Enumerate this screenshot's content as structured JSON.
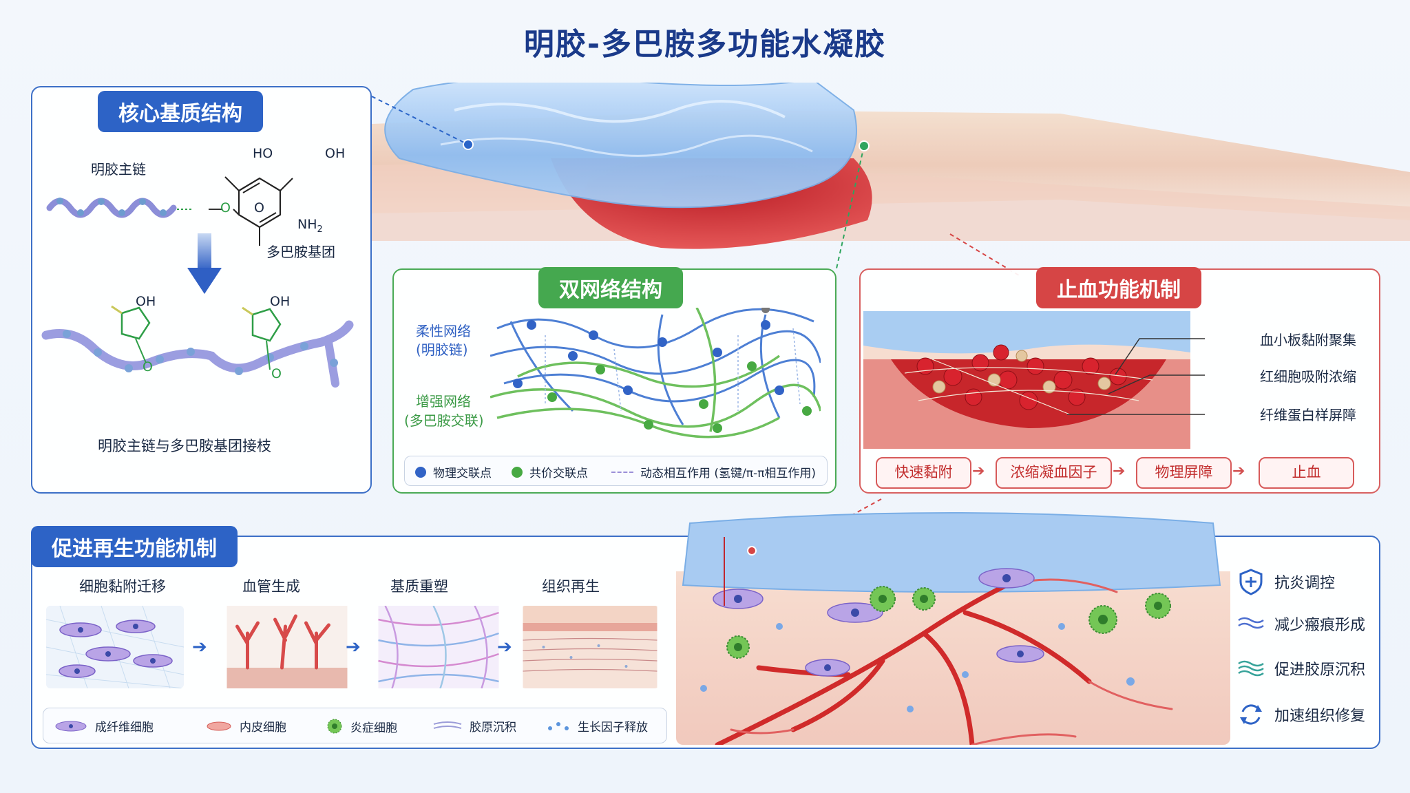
{
  "title": "明胶-多巴胺多功能水凝胶",
  "core": {
    "header": "核心基质结构",
    "gelatin_label": "明胶主链",
    "dopamine_label": "多巴胺基团",
    "ho_left": "HO",
    "oh_right": "OH",
    "nh2": "NH",
    "nh2_sub": "2",
    "o1": "O",
    "o2": "O",
    "oh_a": "OH",
    "oh_b": "OH",
    "o_a": "O",
    "o_b": "O",
    "caption": "明胶主链与多巴胺基团接枝"
  },
  "network": {
    "header": "双网络结构",
    "flexible": "柔性网络",
    "flexible_sub": "(明胶链)",
    "reinforced": "增强网络",
    "reinforced_sub": "(多巴胺交联)",
    "legend": [
      "物理交联点",
      "共价交联点",
      "动态相互作用 (氢键/π-π相互作用)"
    ]
  },
  "hemostasis": {
    "header": "止血功能机制",
    "annotations": [
      "血小板黏附聚集",
      "红细胞吸附浓缩",
      "纤维蛋白样屏障"
    ],
    "steps": [
      "快速黏附",
      "浓缩凝血因子",
      "物理屏障",
      "止血"
    ]
  },
  "regeneration": {
    "header": "促进再生功能机制",
    "stages": [
      "细胞黏附迁移",
      "血管生成",
      "基质重塑",
      "组织再生"
    ],
    "legend": [
      "成纤维细胞",
      "内皮细胞",
      "炎症细胞",
      "胶原沉积",
      "生长因子释放"
    ],
    "functions": [
      "抗炎调控",
      "减少瘢痕形成",
      "促进胶原沉积",
      "加速组织修复"
    ]
  },
  "colors": {
    "blue": "#3c6fc7",
    "green": "#45a84f",
    "red": "#d64545",
    "title": "#1a3a8a"
  }
}
